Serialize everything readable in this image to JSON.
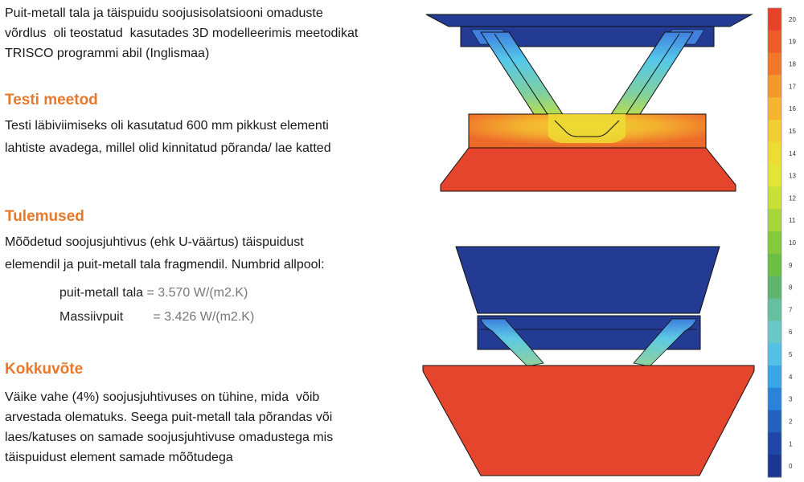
{
  "intro": "Puit-metall tala ja täispuidu soojusisolatsiooni omaduste võrdlus  oli teostatud  kasutades 3D modelleerimis meetodikat  TRISCO programmi abil (Inglismaa)",
  "sections": [
    {
      "heading": "Testi meetod",
      "body": "Testi läbiviimiseks oli kasutatud 600 mm pikkust elementi lahtiste avadega, millel olid kinnitatud põranda/ lae katted"
    },
    {
      "heading": "Tulemused",
      "body": "Mõõdetud soojusjuhtivus (ehk U-väärtus) täispuidust elemendil ja puit-metall tala fragmendil. Numbrid allpool:"
    },
    {
      "heading": "Kokkuvõte",
      "body": "Väike vahe (4%) soojusjuhtivuses on tühine, mida  võib arvestada olematuks. Seega puit-metall tala põrandas või laes/katuses on samade soojusjuhtivuse omadustega mis täispuidust element samade mõõtudega"
    }
  ],
  "results": [
    {
      "name": "puit-metall tala",
      "value": "= 3.570 W/(m2.K)"
    },
    {
      "name": "Massiivpuit",
      "value": "= 3.426 W/(m2.K)"
    }
  ],
  "colorbar": {
    "ticks": [
      "20",
      "19",
      "18",
      "17",
      "16",
      "15",
      "14",
      "13",
      "12",
      "11",
      "10",
      "9",
      "8",
      "7",
      "6",
      "5",
      "4",
      "3",
      "2",
      "1",
      "0"
    ],
    "colors": [
      "#e8432a",
      "#ef5a2a",
      "#f1782b",
      "#f39a2d",
      "#f4b62e",
      "#f2ce30",
      "#eedd31",
      "#e3e535",
      "#c9e037",
      "#a7d53a",
      "#86c93d",
      "#6bbf45",
      "#5fb46f",
      "#66c0a0",
      "#6cc8c8",
      "#55bfe6",
      "#3aa6e6",
      "#2c82d8",
      "#2461bd",
      "#1f46a5",
      "#1c3590"
    ]
  },
  "colors": {
    "heading": "#e8792b",
    "hot": "#e5452c",
    "cold": "#233b93"
  }
}
